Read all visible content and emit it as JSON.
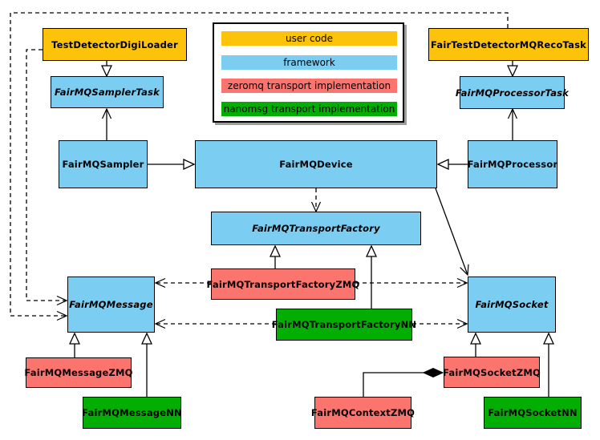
{
  "colors": {
    "user_code": "#FCC30A",
    "framework": "#7BCDF1",
    "zeromq": "#FB746E",
    "nanomsg": "#02AE02",
    "border": "#000000",
    "background": "#FFFFFF"
  },
  "legend": {
    "items": [
      {
        "label": "user code",
        "color": "#FCC30A"
      },
      {
        "label": "framework",
        "color": "#7BCDF1"
      },
      {
        "label": "zeromq transport implementation",
        "color": "#FB746E"
      },
      {
        "label": "nanomsg transport implementation",
        "color": "#02AE02"
      }
    ]
  },
  "nodes": {
    "test_detector_digi_loader": {
      "label": "TestDetectorDigiLoader",
      "category": "user code",
      "abstract": false
    },
    "fair_test_detector_mq_reco_task": {
      "label": "FairTestDetectorMQRecoTask",
      "category": "user code",
      "abstract": false
    },
    "fairmq_sampler_task": {
      "label": "FairMQSamplerTask",
      "category": "framework",
      "abstract": true
    },
    "fairmq_processor_task": {
      "label": "FairMQProcessorTask",
      "category": "framework",
      "abstract": true
    },
    "fairmq_sampler": {
      "label": "FairMQSampler",
      "category": "framework",
      "abstract": false
    },
    "fairmq_device": {
      "label": "FairMQDevice",
      "category": "framework",
      "abstract": false
    },
    "fairmq_processor": {
      "label": "FairMQProcessor",
      "category": "framework",
      "abstract": false
    },
    "fairmq_transport_factory": {
      "label": "FairMQTransportFactory",
      "category": "framework",
      "abstract": true
    },
    "fairmq_transport_factory_zmq": {
      "label": "FairMQTransportFactoryZMQ",
      "category": "zeromq",
      "abstract": false
    },
    "fairmq_transport_factory_nn": {
      "label": "FairMQTransportFactoryNN",
      "category": "nanomsg",
      "abstract": false
    },
    "fairmq_message": {
      "label": "FairMQMessage",
      "category": "framework",
      "abstract": true
    },
    "fairmq_socket": {
      "label": "FairMQSocket",
      "category": "framework",
      "abstract": true
    },
    "fairmq_message_zmq": {
      "label": "FairMQMessageZMQ",
      "category": "zeromq",
      "abstract": false
    },
    "fairmq_message_nn": {
      "label": "FairMQMessageNN",
      "category": "nanomsg",
      "abstract": false
    },
    "fairmq_context_zmq": {
      "label": "FairMQContextZMQ",
      "category": "zeromq",
      "abstract": false
    },
    "fairmq_socket_zmq": {
      "label": "FairMQSocketZMQ",
      "category": "zeromq",
      "abstract": false
    },
    "fairmq_socket_nn": {
      "label": "FairMQSocketNN",
      "category": "nanomsg",
      "abstract": false
    }
  },
  "relationships": [
    {
      "from": "TestDetectorDigiLoader",
      "to": "FairMQSamplerTask",
      "type": "inheritance",
      "style": "solid"
    },
    {
      "from": "FairTestDetectorMQRecoTask",
      "to": "FairMQProcessorTask",
      "type": "inheritance",
      "style": "solid"
    },
    {
      "from": "FairMQSampler",
      "to": "FairMQDevice",
      "type": "inheritance",
      "style": "solid"
    },
    {
      "from": "FairMQProcessor",
      "to": "FairMQDevice",
      "type": "inheritance",
      "style": "solid"
    },
    {
      "from": "FairMQSampler",
      "to": "FairMQSamplerTask",
      "type": "association",
      "style": "solid"
    },
    {
      "from": "FairMQProcessor",
      "to": "FairMQProcessorTask",
      "type": "association",
      "style": "solid"
    },
    {
      "from": "FairMQDevice",
      "to": "FairMQTransportFactory",
      "type": "dependency",
      "style": "dashed"
    },
    {
      "from": "FairMQDevice",
      "to": "FairMQSocket",
      "type": "association",
      "style": "solid"
    },
    {
      "from": "FairMQTransportFactoryZMQ",
      "to": "FairMQTransportFactory",
      "type": "inheritance",
      "style": "solid"
    },
    {
      "from": "FairMQTransportFactoryNN",
      "to": "FairMQTransportFactory",
      "type": "inheritance",
      "style": "solid"
    },
    {
      "from": "FairMQTransportFactoryZMQ",
      "to": "FairMQMessage",
      "type": "dependency",
      "style": "dashed"
    },
    {
      "from": "FairMQTransportFactoryZMQ",
      "to": "FairMQSocket",
      "type": "dependency",
      "style": "dashed"
    },
    {
      "from": "FairMQTransportFactoryNN",
      "to": "FairMQMessage",
      "type": "dependency",
      "style": "dashed"
    },
    {
      "from": "FairMQTransportFactoryNN",
      "to": "FairMQSocket",
      "type": "dependency",
      "style": "dashed"
    },
    {
      "from": "TestDetectorDigiLoader",
      "to": "FairMQMessage",
      "type": "dependency",
      "style": "dashed"
    },
    {
      "from": "FairTestDetectorMQRecoTask",
      "to": "FairMQMessage",
      "type": "dependency",
      "style": "dashed"
    },
    {
      "from": "FairMQMessageZMQ",
      "to": "FairMQMessage",
      "type": "inheritance",
      "style": "solid"
    },
    {
      "from": "FairMQMessageNN",
      "to": "FairMQMessage",
      "type": "inheritance",
      "style": "solid"
    },
    {
      "from": "FairMQSocketZMQ",
      "to": "FairMQSocket",
      "type": "inheritance",
      "style": "solid"
    },
    {
      "from": "FairMQSocketNN",
      "to": "FairMQSocket",
      "type": "inheritance",
      "style": "solid"
    },
    {
      "from": "FairMQContextZMQ",
      "to": "FairMQSocketZMQ",
      "type": "composition",
      "style": "solid"
    }
  ]
}
